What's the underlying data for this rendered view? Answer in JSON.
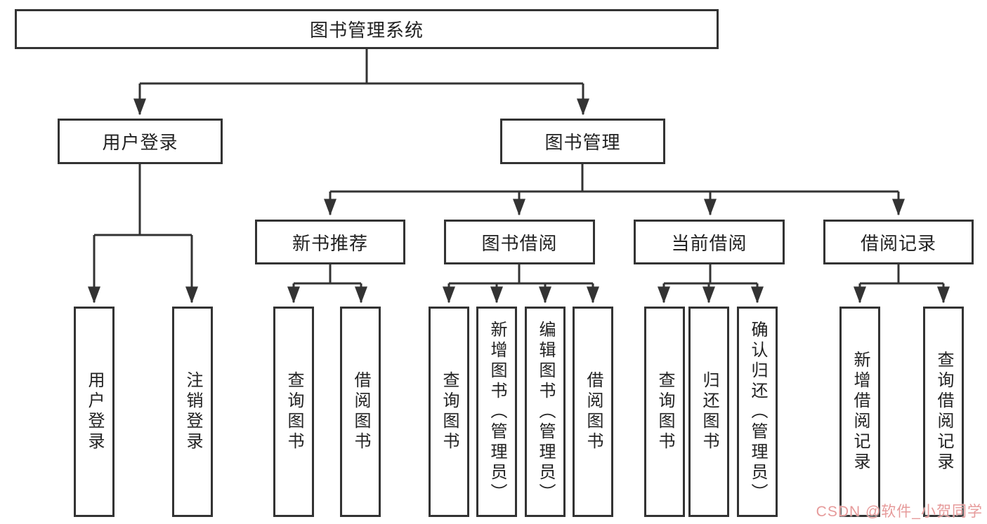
{
  "tree": {
    "label": "图书管理系统",
    "children": [
      {
        "label": "用户登录",
        "children": [
          {
            "label": "用户登录"
          },
          {
            "label": "注销登录"
          }
        ]
      },
      {
        "label": "图书管理",
        "children": [
          {
            "label": "新书推荐",
            "children": [
              {
                "label": "查询图书"
              },
              {
                "label": "借阅图书"
              }
            ]
          },
          {
            "label": "图书借阅",
            "children": [
              {
                "label": "查询图书"
              },
              {
                "label": "新增图书（管理员）"
              },
              {
                "label": "编辑图书（管理员）"
              },
              {
                "label": "借阅图书"
              }
            ]
          },
          {
            "label": "当前借阅",
            "children": [
              {
                "label": "查询图书"
              },
              {
                "label": "归还图书"
              },
              {
                "label": "确认归还（管理员）"
              }
            ]
          },
          {
            "label": "借阅记录",
            "children": [
              {
                "label": "新增借阅记录"
              },
              {
                "label": "查询借阅记录"
              }
            ]
          }
        ]
      }
    ]
  },
  "watermark": "CSDN @软件_小贺同学",
  "colors": {
    "line": "#333333",
    "box_border": "#333333",
    "background": "#ffffff",
    "watermark": "#de7878"
  }
}
